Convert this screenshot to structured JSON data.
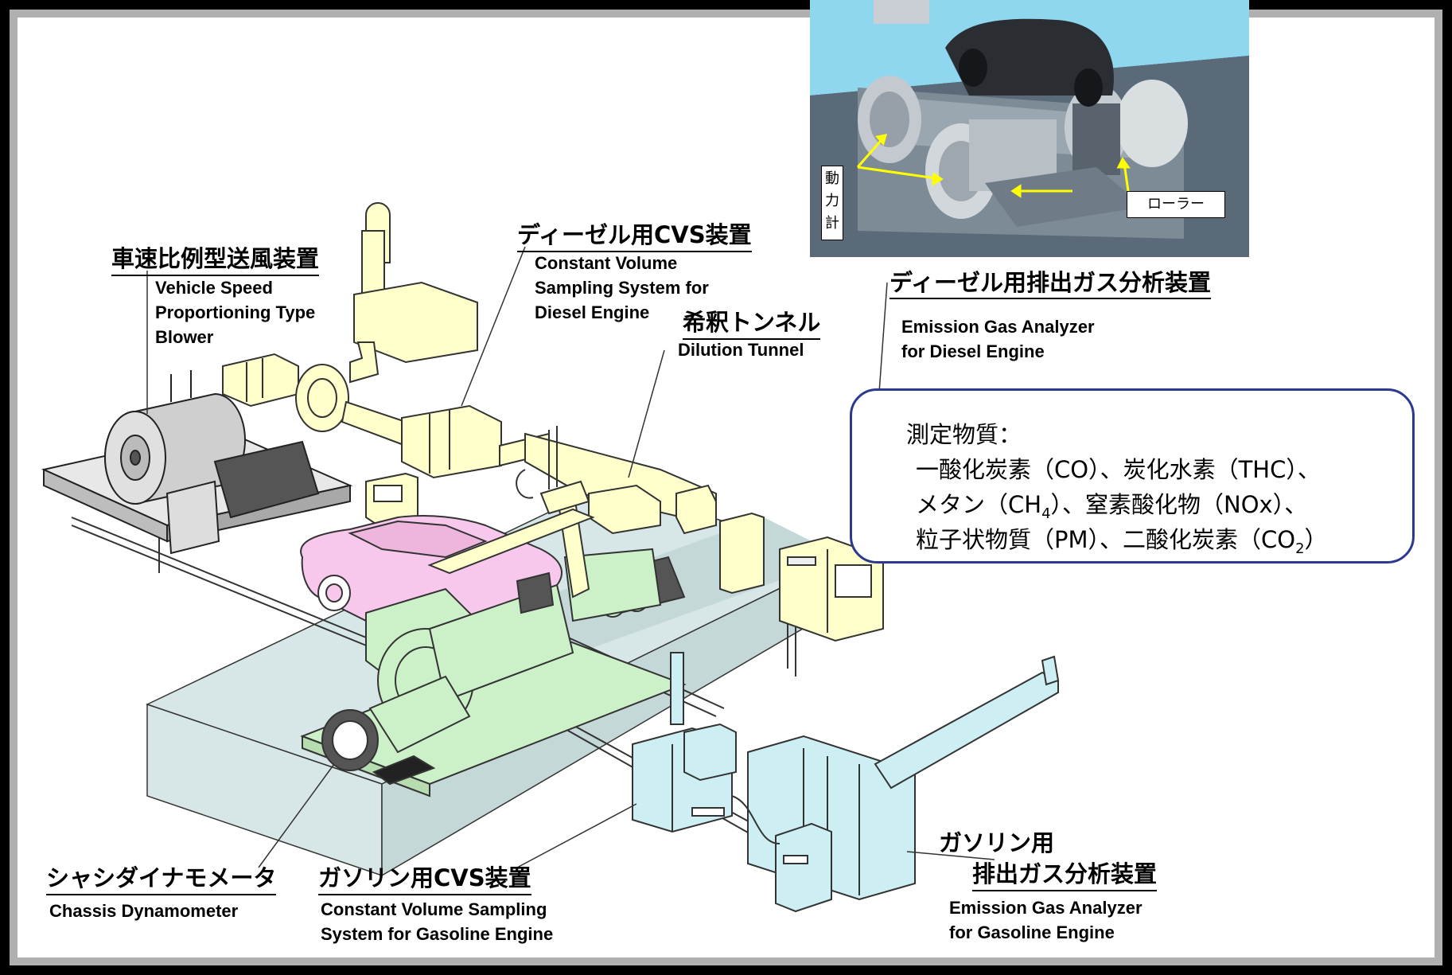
{
  "labels": {
    "blower": {
      "jp": "車速比例型送風装置",
      "en": [
        "Vehicle Speed",
        "Proportioning Type",
        "Blower"
      ]
    },
    "diesel_cvs": {
      "jp": "ディーゼル用CVS装置",
      "en": [
        "Constant Volume",
        "Sampling System for",
        "Diesel Engine"
      ]
    },
    "dilution": {
      "jp": "希釈トンネル",
      "en": [
        "Dilution Tunnel"
      ]
    },
    "diesel_analyzer": {
      "jp": "ディーゼル用排出ガス分析装置",
      "en": [
        "Emission Gas Analyzer",
        "for Diesel Engine"
      ]
    },
    "chassis": {
      "jp": "シャシダイナモメータ",
      "en": [
        "Chassis Dynamometer"
      ]
    },
    "gasoline_cvs": {
      "jp": "ガソリン用CVS装置",
      "en": [
        "Constant Volume Sampling",
        "System for Gasoline Engine"
      ]
    },
    "gasoline_analyzer": {
      "jp": [
        "ガソリン用",
        "排出ガス分析装置"
      ],
      "en": [
        "Emission Gas Analyzer",
        "for Gasoline Engine"
      ]
    }
  },
  "callout": {
    "title": "測定物質：",
    "line1": "一酸化炭素（CO）、炭化水素（THC）、",
    "line2_a": "メタン（CH",
    "line2_sub": "4",
    "line2_b": "）、窒素酸化物（NOx）、",
    "line3_a": "粒子状物質（PM）、二酸化炭素（CO",
    "line3_sub": "2",
    "line3_b": "）"
  },
  "photo": {
    "dynamometer_label": [
      "動",
      "力",
      "計"
    ],
    "roller_label": "ローラー"
  },
  "colors": {
    "yellow_equipment": "#ffffcc",
    "green_dynamometer": "#ccf0c8",
    "blue_analyzer": "#cdeef2",
    "pink_car": "#f8c8ec",
    "floor": "#d7e6e6",
    "callout_border": "#2b3a8f",
    "arrow": "#ffff00"
  }
}
